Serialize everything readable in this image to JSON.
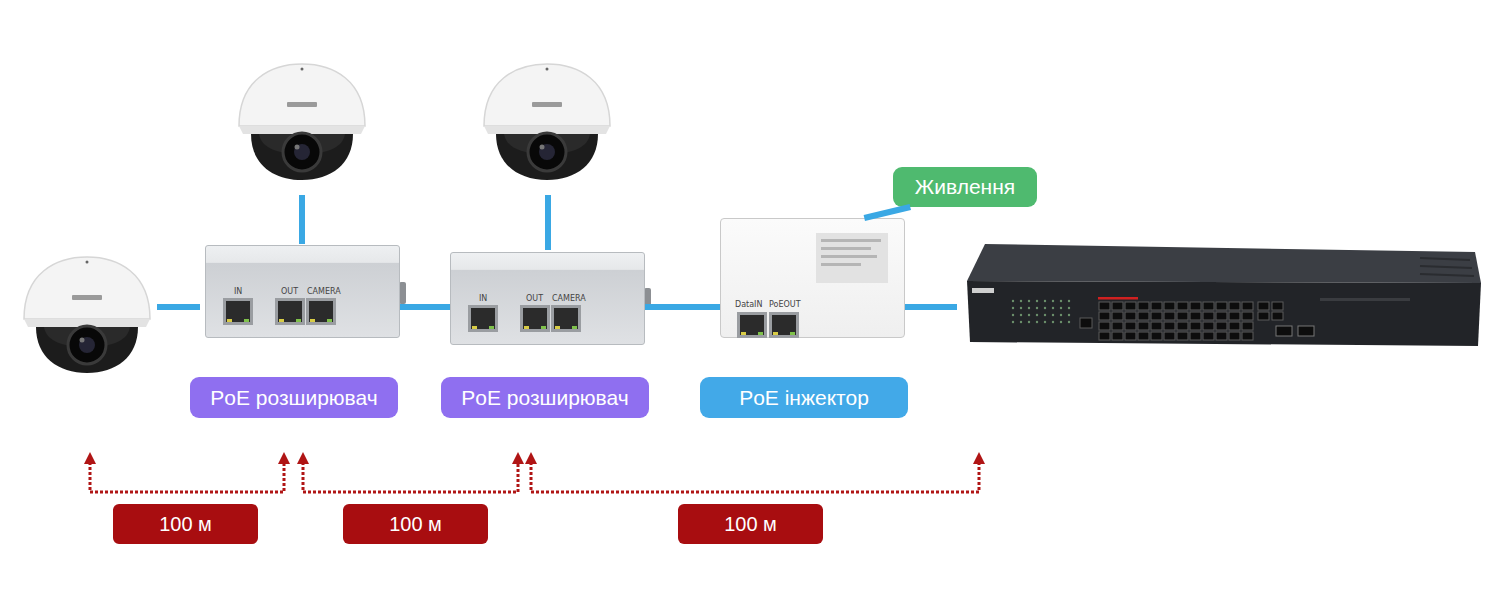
{
  "diagram": {
    "nodes": [
      {
        "text": [
          "IN",
          "OUT",
          "CAMERA"
        ]
      },
      {
        "text": [
          "IN",
          "OUT",
          "CAMERA"
        ]
      },
      {
        "text": [
          "DataIN",
          "PoEOUT"
        ]
      },
      {
        "text": [
          "Живлення"
        ]
      },
      {
        "text": [
          "PoE розширювач"
        ]
      },
      {
        "text": [
          "PoE розширювач"
        ]
      },
      {
        "text": [
          "PoE інжектор"
        ]
      },
      {
        "text": [
          "100 м"
        ]
      },
      {
        "text": [
          "100 м"
        ]
      },
      {
        "text": [
          "100 м"
        ]
      }
    ],
    "edges": [
      {
        "from": 0,
        "to": 1,
        "arrow": "none"
      },
      {
        "from": 1,
        "to": 2,
        "arrow": "none"
      },
      {
        "from": 2,
        "to": 3,
        "arrow": "none"
      }
    ]
  }
}
